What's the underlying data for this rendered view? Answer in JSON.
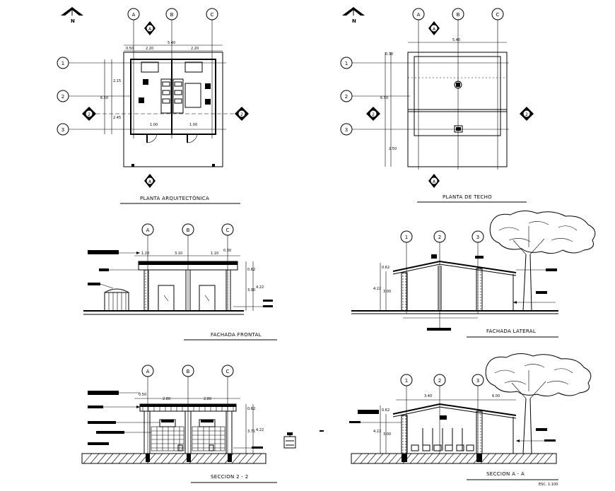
{
  "north_label": "N",
  "axis_labels": {
    "a": "A",
    "b": "B",
    "c": "C",
    "r1": "1",
    "r2": "2",
    "r3": "3"
  },
  "section_marker": "2",
  "views": {
    "plan_title": "PLANTA ARQUITECTÓNICA",
    "roof_title": "PLANTA DE TECHO",
    "front_title": "FACHADA FRONTAL",
    "side_title": "FACHADA LATERAL",
    "section22_title": "SECCION 2 - 2",
    "sectionAA_title": "SECCION A - A"
  },
  "scale_note": "ESC. 1:100",
  "dims": {
    "d050": "0.50",
    "d120": "1.20",
    "d100": "1.00",
    "d110": "1.10",
    "d220": "2.20",
    "d280": "2.80",
    "d540": "5.40",
    "d030": "0.30",
    "d650": "6.50",
    "d215": "2.15",
    "d245": "2.45",
    "d250": "2.50",
    "d310": "3.10",
    "d050b": "0.50",
    "d422": "4.22",
    "d300": "3.00",
    "d371": "3.71",
    "d340": "3.40",
    "d600": "6.00",
    "d620": "0.62"
  }
}
